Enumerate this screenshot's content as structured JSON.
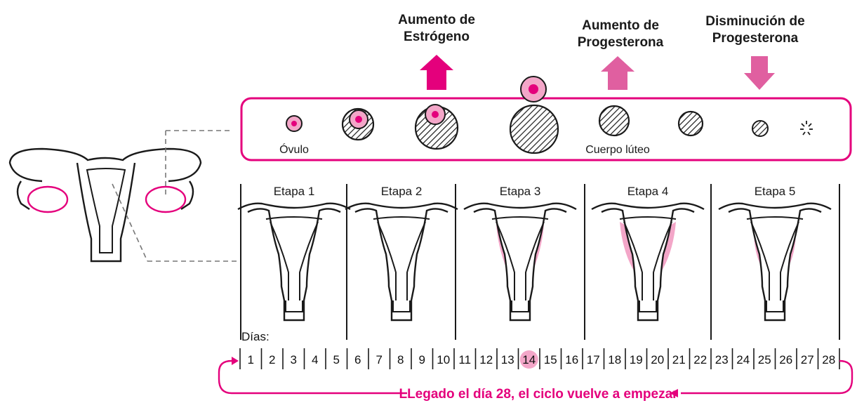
{
  "hormones": [
    {
      "line1": "Aumento de",
      "line2": "Estrógeno",
      "direction": "up",
      "color": "#e4007c"
    },
    {
      "line1": "Aumento de",
      "line2": "Progesterona",
      "direction": "up",
      "color": "#e05fa0"
    },
    {
      "line1": "Disminución de",
      "line2": "Progesterona",
      "direction": "down",
      "color": "#e05fa0"
    }
  ],
  "ovary_labels": {
    "ovum": "Óvulo",
    "corpus_luteum": "Cuerpo lúteo"
  },
  "stages": [
    "Etapa 1",
    "Etapa 2",
    "Etapa 3",
    "Etapa 4",
    "Etapa 5"
  ],
  "days_label": "Días:",
  "days": [
    1,
    2,
    3,
    4,
    5,
    6,
    7,
    8,
    9,
    10,
    11,
    12,
    13,
    14,
    15,
    16,
    17,
    18,
    19,
    20,
    21,
    22,
    23,
    24,
    25,
    26,
    27,
    28
  ],
  "highlight_day": 14,
  "cycle_caption": "LLegado el día 28, el ciclo vuelve a empezar",
  "colors": {
    "accent": "#e4007c",
    "pink": "#f3a6c8",
    "line": "#1a1a1a"
  }
}
